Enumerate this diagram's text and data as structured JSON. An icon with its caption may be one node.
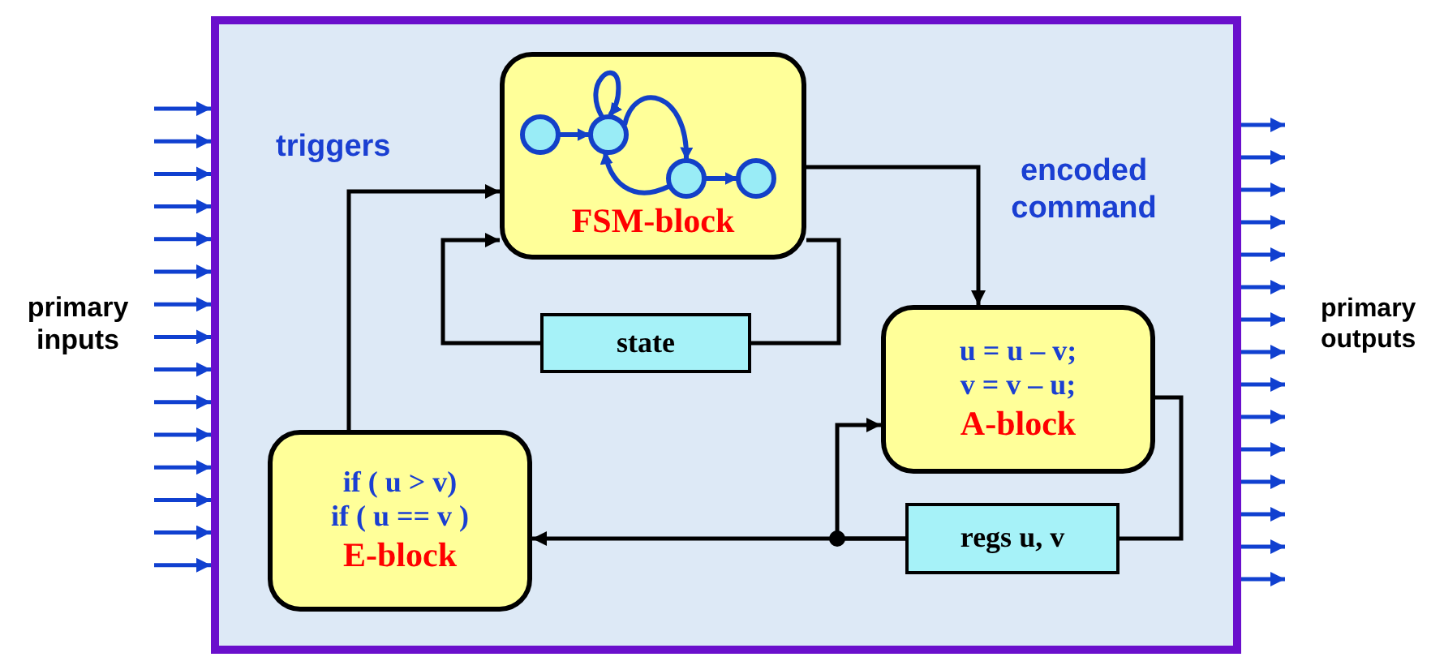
{
  "diagram": {
    "nodes": [
      {
        "text": [],
        "shape": "box"
      },
      {
        "text": [
          "FSM-block"
        ],
        "in": 0
      },
      {
        "text": [
          "state"
        ],
        "in": 0
      },
      {
        "text": [
          "u = u – v;",
          "v = v – u;",
          "A-block"
        ],
        "in": 0
      },
      {
        "text": [
          "regs u, v"
        ],
        "in": 0
      },
      {
        "text": [
          "if ( u > v)",
          "if ( u == v )",
          "E-block"
        ],
        "in": 0
      }
    ],
    "edges": [
      {
        "from": 5,
        "to": 1,
        "arrow": "to",
        "color": "#000000"
      },
      {
        "from": 1,
        "to": 3,
        "arrow": "to",
        "color": "#000000"
      },
      {
        "from": 2,
        "to": 1,
        "arrow": "to",
        "color": "#000000"
      },
      {
        "from": 1,
        "to": 2,
        "arrow": "none",
        "color": "#000000"
      },
      {
        "from": 3,
        "to": 4,
        "arrow": "none",
        "color": "#000000"
      },
      {
        "from": 4,
        "to": 5,
        "arrow": "to",
        "color": "#000000"
      },
      {
        "from": 4,
        "to": 3,
        "arrow": "to",
        "color": "#000000"
      },
      {
        "from": null,
        "to": 0,
        "arrow": "to"
      },
      {
        "from": null,
        "to": 0,
        "arrow": "to"
      },
      {
        "from": null,
        "to": 0,
        "arrow": "to"
      },
      {
        "from": null,
        "to": 0,
        "arrow": "to"
      },
      {
        "from": null,
        "to": 0,
        "arrow": "to"
      },
      {
        "from": null,
        "to": 0,
        "arrow": "to"
      },
      {
        "from": null,
        "to": 0,
        "arrow": "to"
      },
      {
        "from": null,
        "to": 0,
        "arrow": "to"
      },
      {
        "from": null,
        "to": 0,
        "arrow": "to"
      },
      {
        "from": null,
        "to": 0,
        "arrow": "to"
      },
      {
        "from": null,
        "to": 0,
        "arrow": "to"
      },
      {
        "from": null,
        "to": 0,
        "arrow": "to"
      },
      {
        "from": null,
        "to": 0,
        "arrow": "to"
      },
      {
        "from": null,
        "to": 0,
        "arrow": "to"
      },
      {
        "from": null,
        "to": 0,
        "arrow": "to"
      },
      {
        "from": 0,
        "to": null,
        "arrow": "to"
      },
      {
        "from": 0,
        "to": null,
        "arrow": "to"
      },
      {
        "from": 0,
        "to": null,
        "arrow": "to"
      },
      {
        "from": 0,
        "to": null,
        "arrow": "to"
      },
      {
        "from": 0,
        "to": null,
        "arrow": "to"
      },
      {
        "from": 0,
        "to": null,
        "arrow": "to"
      },
      {
        "from": 0,
        "to": null,
        "arrow": "to"
      },
      {
        "from": 0,
        "to": null,
        "arrow": "to"
      },
      {
        "from": 0,
        "to": null,
        "arrow": "to"
      },
      {
        "from": 0,
        "to": null,
        "arrow": "to"
      },
      {
        "from": 0,
        "to": null,
        "arrow": "to"
      },
      {
        "from": 0,
        "to": null,
        "arrow": "to"
      },
      {
        "from": 0,
        "to": null,
        "arrow": "to"
      },
      {
        "from": 0,
        "to": null,
        "arrow": "to"
      },
      {
        "from": 0,
        "to": null,
        "arrow": "to"
      }
    ],
    "labels": [
      "triggers",
      "encoded command",
      "primary inputs",
      "primary outputs"
    ]
  }
}
